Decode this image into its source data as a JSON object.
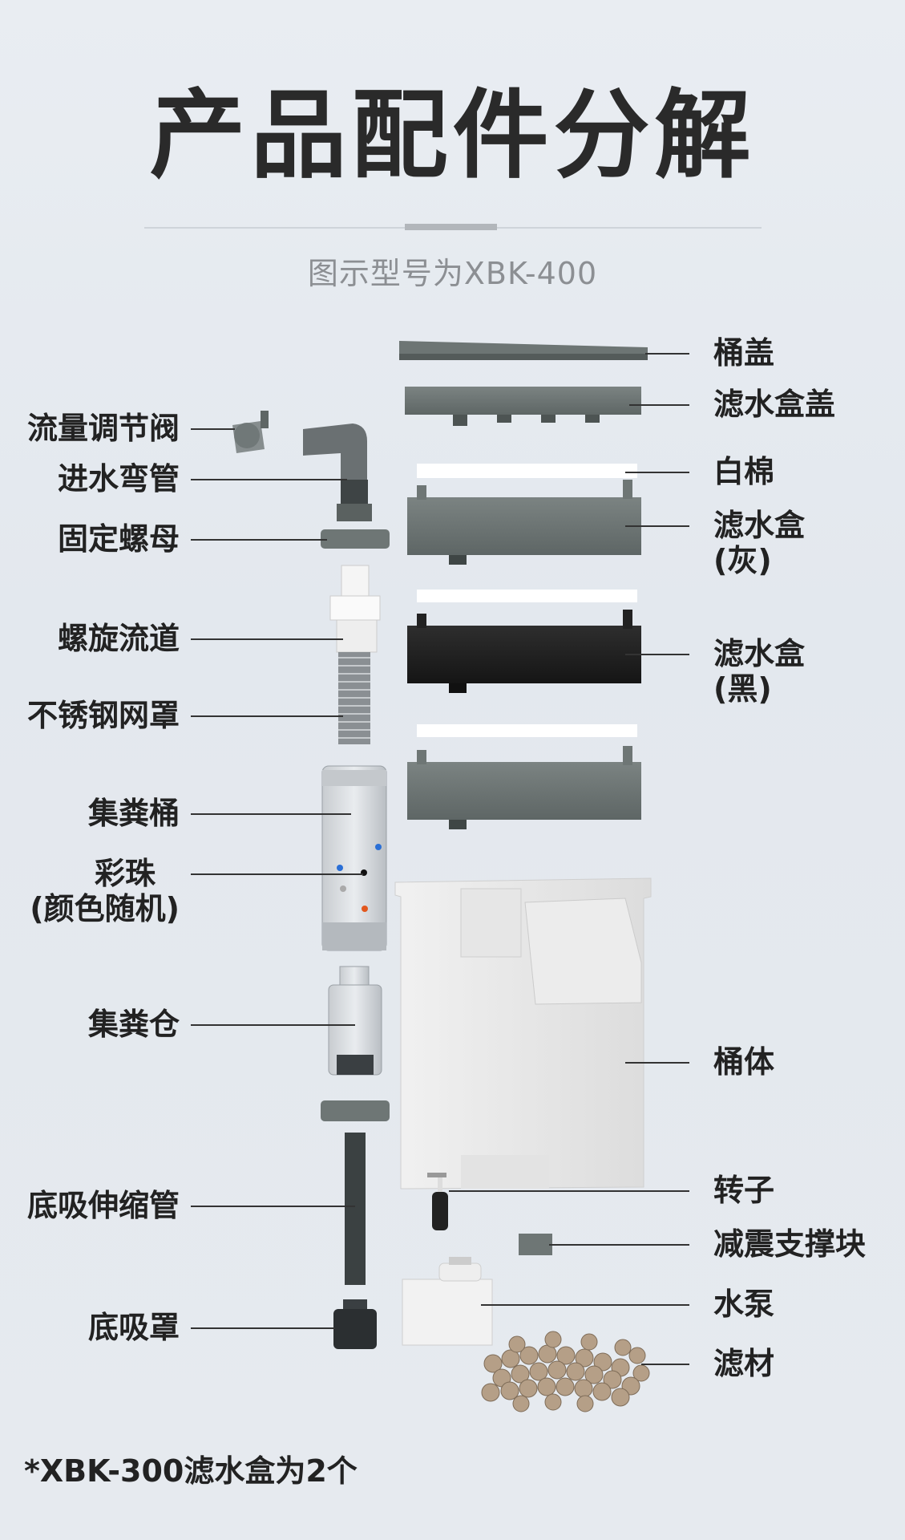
{
  "title": "产品配件分解",
  "subtitle": "图示型号为XBK-400",
  "left_labels": {
    "flow_valve": "流量调节阀",
    "inlet_elbow": "进水弯管",
    "fixing_nut": "固定螺母",
    "spiral_channel": "螺旋流道",
    "mesh_cover": "不锈钢网罩",
    "collector_bucket": "集粪桶",
    "beads_line1": "彩珠",
    "beads_line2": "(颜色随机)",
    "collector_chamber": "集粪仓",
    "telescopic_pipe": "底吸伸缩管",
    "bottom_cover": "底吸罩"
  },
  "right_labels": {
    "bucket_lid": "桶盖",
    "filter_box_lid": "滤水盒盖",
    "white_cotton": "白棉",
    "filter_box_gray_line1": "滤水盒",
    "filter_box_gray_line2": "(灰)",
    "filter_box_black_line1": "滤水盒",
    "filter_box_black_line2": "(黑)",
    "bucket_body": "桶体",
    "rotor": "转子",
    "shock_block": "减震支撑块",
    "water_pump": "水泵",
    "filter_media": "滤材"
  },
  "footnote": "*XBK-300滤水盒为2个",
  "colors": {
    "filter_gray": "#6e7675",
    "filter_black": "#222222",
    "text": "#222222",
    "subtitle": "#8c8f93"
  }
}
